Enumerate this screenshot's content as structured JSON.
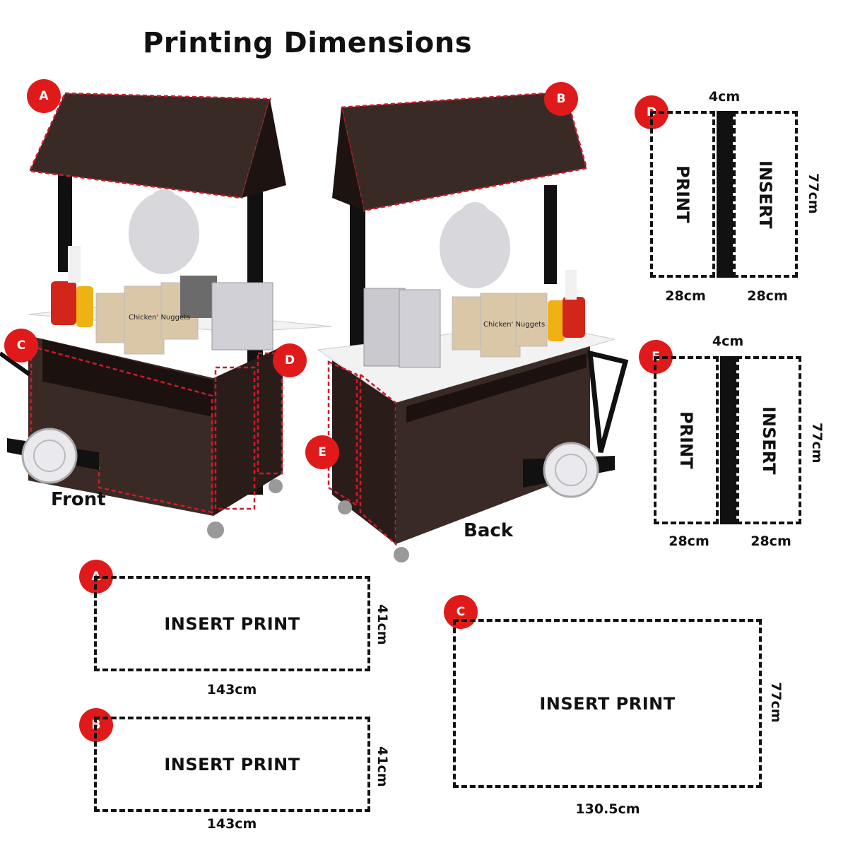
{
  "title": "Printing Dimensions",
  "views": {
    "front": "Front",
    "back": "Back"
  },
  "labels": {
    "a": "A",
    "b": "B",
    "c": "C",
    "d": "D",
    "e": "E"
  },
  "cart_bag_text": "Chicken' Nuggets",
  "panels": {
    "a": {
      "text": "INSERT PRINT",
      "width": "143cm",
      "height": "41cm"
    },
    "b": {
      "text": "INSERT PRINT",
      "width": "143cm",
      "height": "41cm"
    },
    "c": {
      "text": "INSERT PRINT",
      "width": "130.5cm",
      "height": "77cm"
    },
    "d": {
      "left_text": "PRINT",
      "right_text": "INSERT",
      "gap": "4cm",
      "left_width": "28cm",
      "right_width": "28cm",
      "height": "77cm"
    },
    "e": {
      "left_text": "PRINT",
      "right_text": "INSERT",
      "gap": "4cm",
      "left_width": "28cm",
      "right_width": "28cm",
      "height": "77cm"
    }
  },
  "colors": {
    "badge": "#e01a1a",
    "panel": "#3a2a25",
    "outline": "#d0182a",
    "counter": "#f2f2f2"
  }
}
